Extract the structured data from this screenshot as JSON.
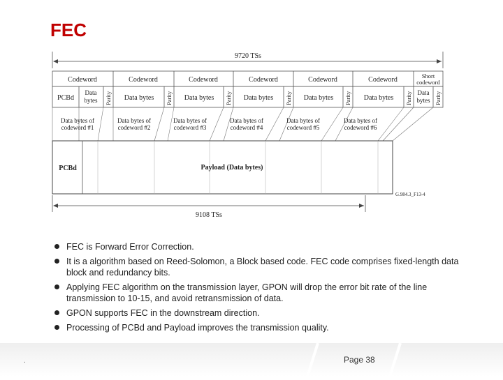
{
  "slide": {
    "title": "FEC",
    "page_number": "Page 38",
    "footer_mark": "."
  },
  "diagram": {
    "top_span_label": "9720 TSs",
    "codewords": [
      "Codeword",
      "Codeword",
      "Codeword",
      "Codeword",
      "Codeword",
      "Codeword",
      "Short codeword"
    ],
    "short_codeword_lines": [
      "Short",
      "codeword"
    ],
    "row2": {
      "pcbd": "PCBd",
      "data_bytes": "Data bytes",
      "data_bytes_narrow_lines": [
        "Data",
        "bytes"
      ],
      "parity": "Parity"
    },
    "codeword_data_labels": [
      [
        "Data bytes of",
        "codeword #1"
      ],
      [
        "Data bytes of",
        "codeword #2"
      ],
      [
        "Data bytes of",
        "codeword #3"
      ],
      [
        "Data bytes of",
        "codeword #4"
      ],
      [
        "Data bytes of",
        "codeword #5"
      ],
      [
        "Data bytes of",
        "codeword #6"
      ]
    ],
    "frame_pcbd": "PCBd",
    "frame_payload": "Payload (Data bytes)",
    "figure_id": "G.984.3_F13-4",
    "bottom_span_label": "9108 TSs"
  },
  "bullets": [
    "FEC is Forward Error Correction.",
    "It is a algorithm based on Reed-Solomon, a Block based code. FEC code comprises fixed-length data block and redundancy bits.",
    "Applying FEC algorithm on the transmission layer, GPON will drop the error bit rate of the line transmission to 10-15, and avoid retransmission of data.",
    "GPON supports FEC in the downstream direction.",
    "Processing of PCBd and Payload improves the transmission quality."
  ]
}
